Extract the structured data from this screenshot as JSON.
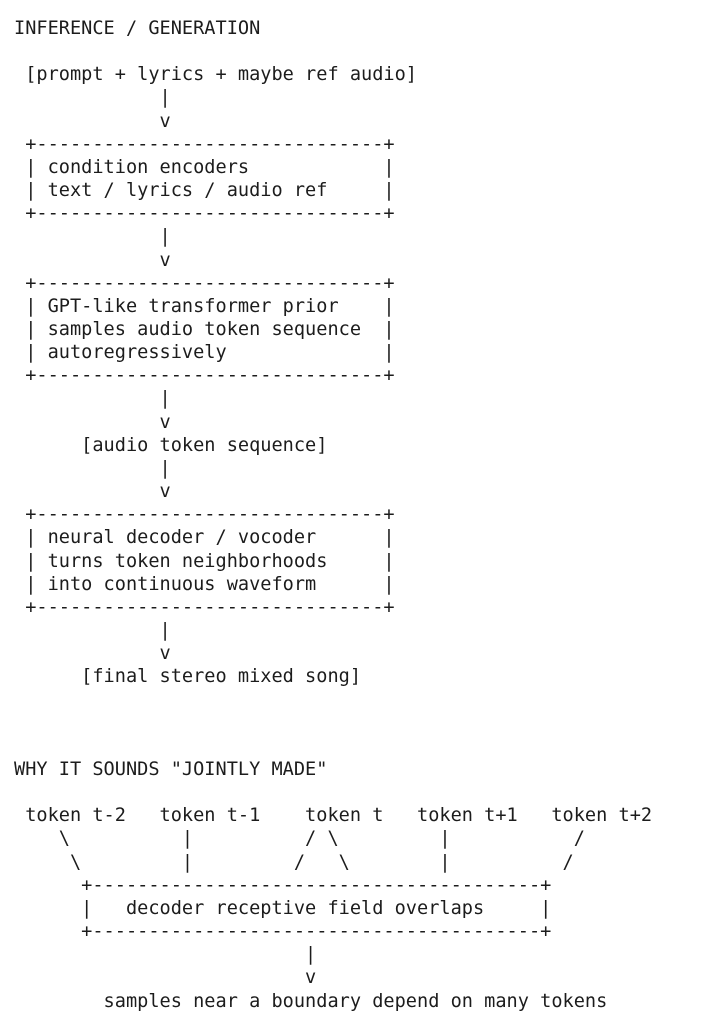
{
  "page": {
    "background": "#ffffff",
    "text_color": "#1c1c1c"
  },
  "sections": {
    "inference": {
      "title": "INFERENCE / GENERATION",
      "input_label": "[prompt + lyrics + maybe ref audio]",
      "boxes": [
        [
          "condition encoders",
          "text / lyrics / audio ref"
        ],
        [
          "GPT-like transformer prior",
          "samples audio token sequence",
          "autoregressively"
        ],
        [
          "neural decoder / vocoder",
          "turns token neighborhoods",
          "into continuous waveform"
        ]
      ],
      "intermediate_label": "[audio token sequence]",
      "output_label": "[final stereo mixed song]",
      "art_lines": [
        " [prompt + lyrics + maybe ref audio]",
        "             |",
        "             v",
        " +-------------------------------+",
        " | condition encoders            |",
        " | text / lyrics / audio ref     |",
        " +-------------------------------+",
        "             |",
        "             v",
        " +-------------------------------+",
        " | GPT-like transformer prior    |",
        " | samples audio token sequence  |",
        " | autoregressively              |",
        " +-------------------------------+",
        "             |",
        "             v",
        "      [audio token sequence]",
        "             |",
        "             v",
        " +-------------------------------+",
        " | neural decoder / vocoder      |",
        " | turns token neighborhoods     |",
        " | into continuous waveform      |",
        " +-------------------------------+",
        "             |",
        "             v",
        "      [final stereo mixed song]"
      ]
    },
    "why": {
      "title": "WHY IT SOUNDS \"JOINTLY MADE\"",
      "token_labels": [
        "token t-2",
        "token t-1",
        "token t",
        "token t+1",
        "token t+2"
      ],
      "box_label": "decoder receptive field overlaps",
      "caption": "samples near a boundary depend on many tokens",
      "art_lines": [
        " token t-2   token t-1    token t   token t+1   token t+2",
        "    \\          |          / \\         |           /",
        "     \\         |         /   \\        |          /",
        "      +----------------------------------------+",
        "      |   decoder receptive field overlaps     |",
        "      +----------------------------------------+",
        "                          |",
        "                          v",
        "        samples near a boundary depend on many tokens"
      ]
    }
  }
}
